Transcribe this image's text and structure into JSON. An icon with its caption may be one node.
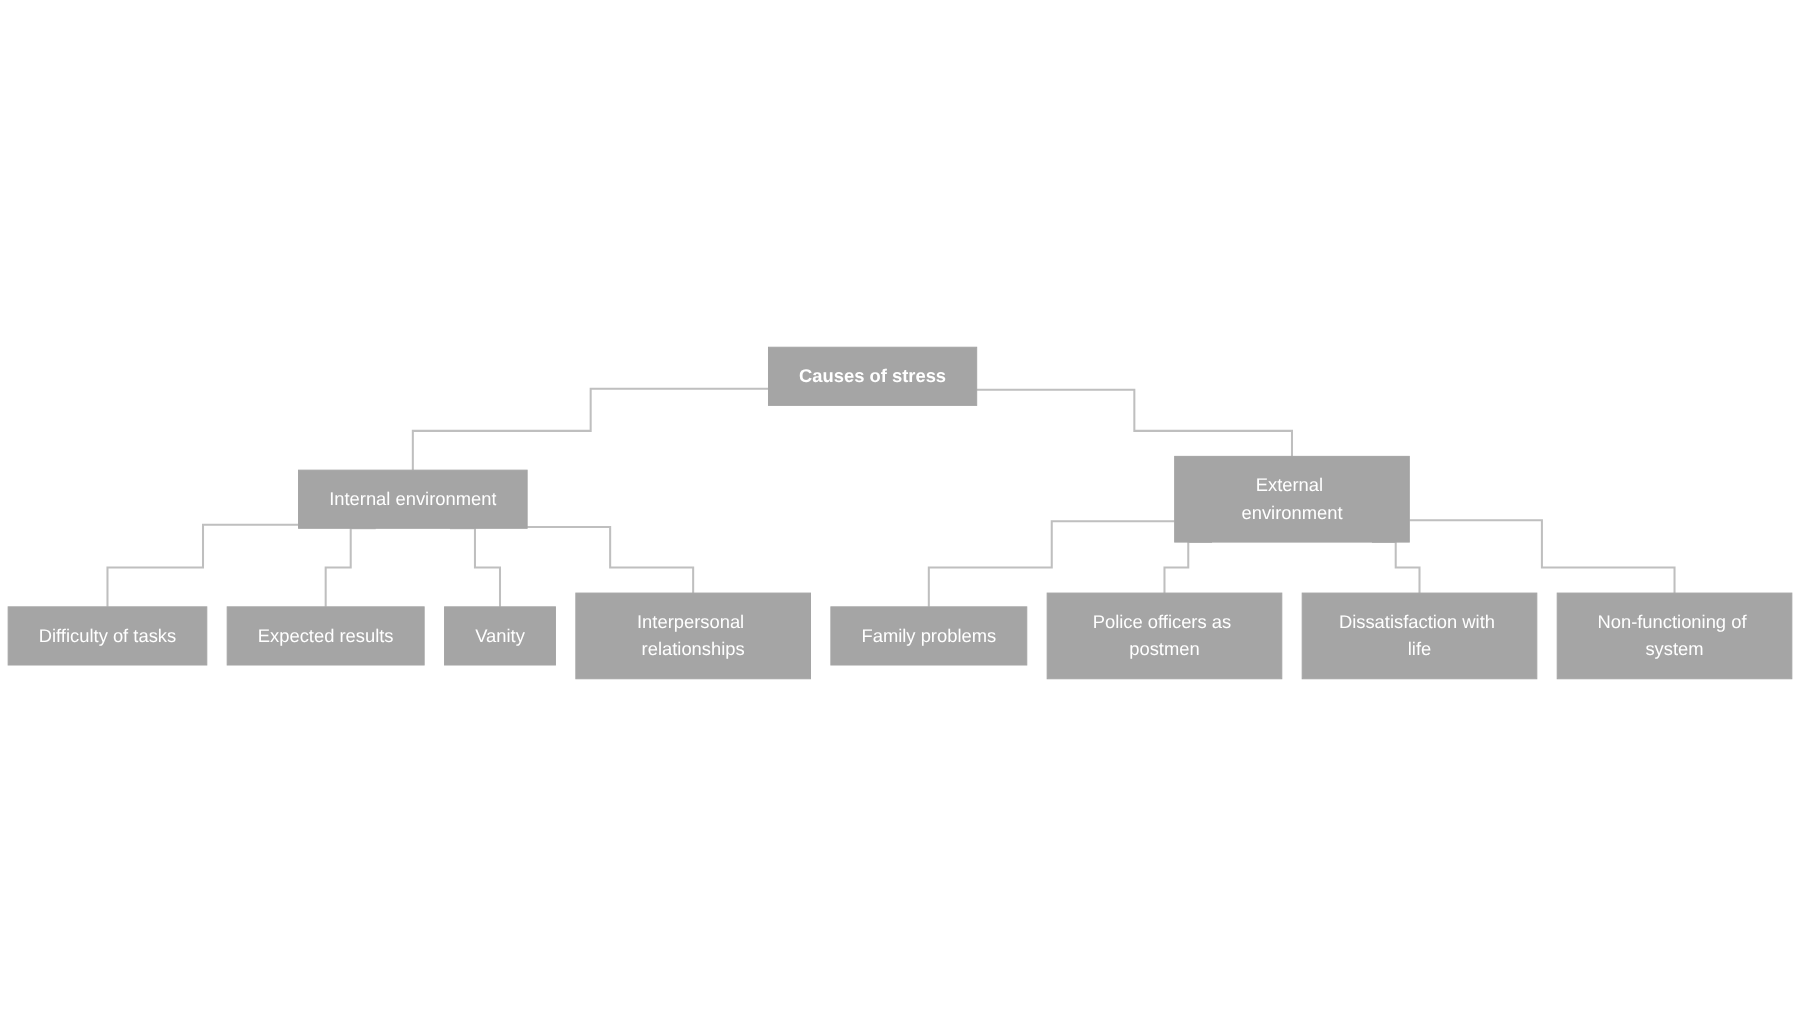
{
  "diagram": {
    "nodes": [
      {
        "text": [
          "Causes of stress"
        ]
      },
      {
        "text": [
          "Internal environment"
        ]
      },
      {
        "text": [
          "External environment"
        ]
      },
      {
        "text": [
          "Difficulty of tasks"
        ]
      },
      {
        "text": [
          "Expected results"
        ]
      },
      {
        "text": [
          "Vanity"
        ]
      },
      {
        "text": [
          "Interpersonal relationships"
        ]
      },
      {
        "text": [
          "Family problems"
        ]
      },
      {
        "text": [
          "Police officers as postmen"
        ]
      },
      {
        "text": [
          "Dissatisfaction with life"
        ]
      },
      {
        "text": [
          "Non-functioning of system"
        ]
      }
    ],
    "edges": [
      {
        "from": 0,
        "to": 1,
        "arrow": "none"
      },
      {
        "from": 0,
        "to": 2,
        "arrow": "none"
      },
      {
        "from": 1,
        "to": 3,
        "arrow": "none"
      },
      {
        "from": 1,
        "to": 4,
        "arrow": "none"
      },
      {
        "from": 1,
        "to": 5,
        "arrow": "none"
      },
      {
        "from": 1,
        "to": 6,
        "arrow": "none"
      },
      {
        "from": 2,
        "to": 7,
        "arrow": "none"
      },
      {
        "from": 2,
        "to": 8,
        "arrow": "none"
      },
      {
        "from": 2,
        "to": 9,
        "arrow": "none"
      },
      {
        "from": 2,
        "to": 10,
        "arrow": "none"
      }
    ]
  }
}
